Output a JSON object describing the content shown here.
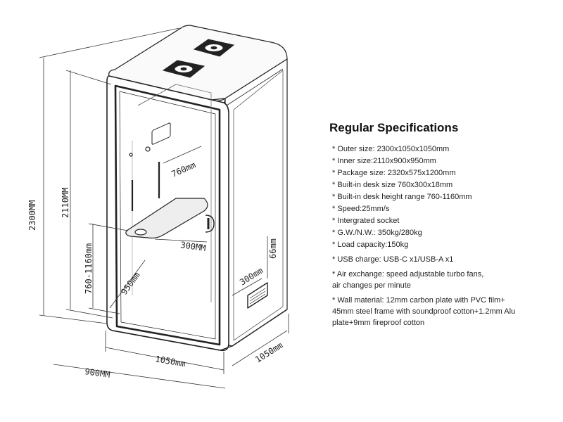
{
  "specs": {
    "title": "Regular Specifications",
    "items": [
      "* Outer size: 2300x1050x1050mm",
      "* Inner size:2110x900x950mm",
      "* Package size: 2320x575x1200mm",
      "* Built-in desk size 760x300x18mm",
      "* Built-in desk height range 760-1160mm",
      "* Speed:25mm/s",
      "* Intergrated socket",
      "* G.W./N.W.: 350kg/280kg",
      "* Load capacity:150kg",
      "* USB charge: USB-C x1/USB-A x1",
      "* Air exchange: speed adjustable turbo fans,\nair changes per minute",
      "* Wall material: 12mm carbon plate with PVC film+\n45mm steel frame with soundproof cotton+1.2mm Alu\nplate+9mm fireproof cotton"
    ]
  },
  "dimensions": {
    "outer_height": "2300MM",
    "inner_height": "2110MM",
    "desk_height_range": "760-1160mm",
    "desk_width": "760mm",
    "desk_depth": "300MM",
    "inner_depth": "950mm",
    "outer_width": "1050mm",
    "outer_depth": "1050mm",
    "inner_width": "900MM",
    "side_offset": "66mm",
    "side_panel": "300mm"
  }
}
